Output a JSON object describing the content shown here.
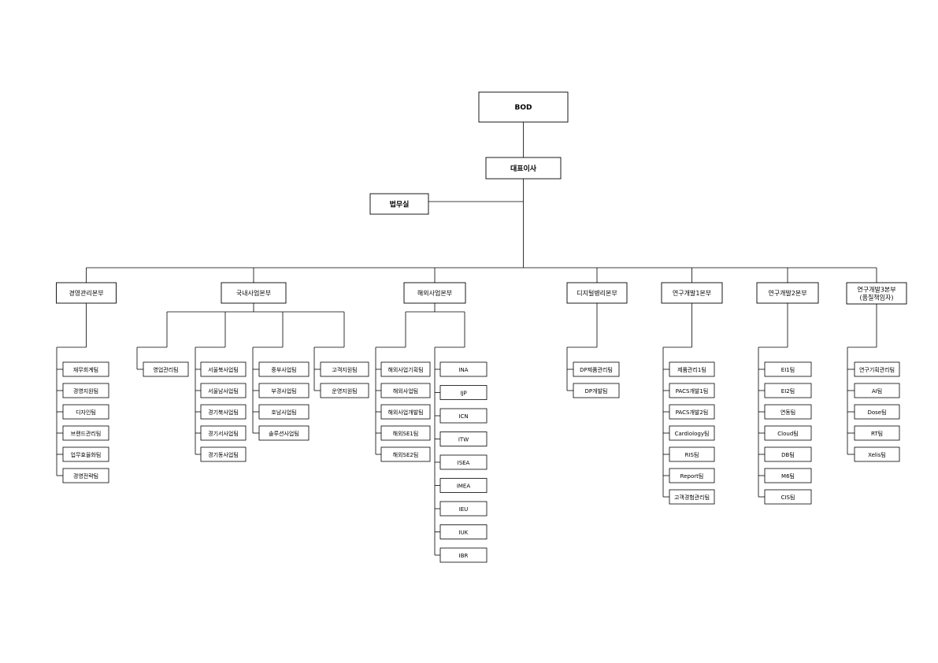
{
  "root": {
    "label": "BOD"
  },
  "ceo": {
    "label": "대표이사"
  },
  "legal": {
    "label": "법무실"
  },
  "divisions": [
    {
      "label": "경영관리본부",
      "groups": [
        [
          "재무회계팀",
          "경영지원팀",
          "디자인팀",
          "브랜드관리팀",
          "업무효율화팀",
          "경영전략팀"
        ]
      ]
    },
    {
      "label": "국내사업본부",
      "groups": [
        [
          "영업관리팀"
        ],
        [
          "서울북사업팀",
          "서울남사업팀",
          "경기북사업팀",
          "경기서사업팀",
          "경기동사업팀"
        ],
        [
          "중부사업팀",
          "부경사업팀",
          "호남사업팀",
          "솔루션사업팀"
        ],
        [
          "고객지원팀",
          "운영지원팀"
        ]
      ]
    },
    {
      "label": "해외사업본부",
      "groups": [
        [
          "해외사업기획팀",
          "해외사업팀",
          "해외사업개발팀",
          "해외SE1팀",
          "해외SE2팀"
        ],
        [
          "INA",
          "IJP",
          "ICN",
          "ITW",
          "ISEA",
          "IMEA",
          "IEU",
          "IUK",
          "IBR"
        ]
      ]
    },
    {
      "label": "디지털병리본부",
      "groups": [
        [
          "DP제품관리팀",
          "DP개발팀"
        ]
      ]
    },
    {
      "label": "연구개발1본부",
      "groups": [
        [
          "제품관리1팀",
          "PACS개발1팀",
          "PACS개발2팀",
          "Cardiology팀",
          "RIS팀",
          "Report팀",
          "고객경험관리팀"
        ]
      ]
    },
    {
      "label": "연구개발2본부",
      "groups": [
        [
          "EI1팀",
          "EI2팀",
          "연동팀",
          "Cloud팀",
          "DB팀",
          "M6팀",
          "CIS팀"
        ]
      ]
    },
    {
      "label": "연구개발3본부",
      "label2": "(품질책임자)",
      "groups": [
        [
          "연구기획관리팀",
          "AI팀",
          "Dose팀",
          "RT팀",
          "Xelis팀"
        ]
      ]
    }
  ]
}
